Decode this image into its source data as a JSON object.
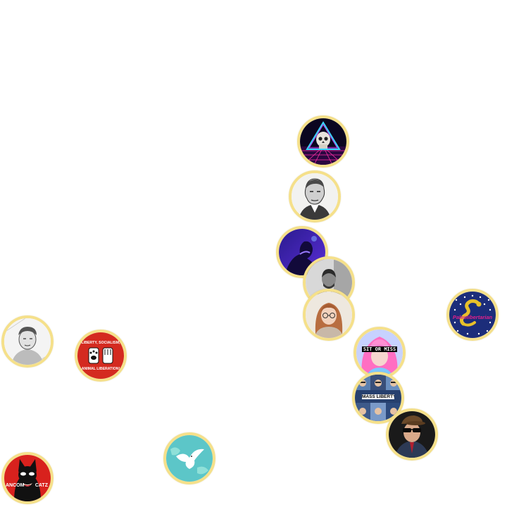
{
  "canvas": {
    "background": "#ffffff",
    "ring_color": "#f5e08a"
  },
  "nodes": {
    "vaporwave_skull": {
      "icon": "vaporwave-skull-triangle"
    },
    "engraved_portrait": {
      "icon": "engraved-bearded-man"
    },
    "purple_figure": {
      "icon": "purple-silhouette"
    },
    "bw_man": {
      "icon": "bw-portrait-man"
    },
    "red_hair_woman": {
      "icon": "woman-glasses-portrait"
    },
    "gadsden_flag": {
      "icon": "gadsden-snake-stars",
      "text": "Paleolibertarian"
    },
    "pink_hair": {
      "icon": "pink-hair-portrait",
      "text": "SIT OR MISS"
    },
    "mass_liberty": {
      "icon": "collage-group",
      "text": "MASS LIBERTY"
    },
    "scumbag_hat": {
      "icon": "sunglasses-scumbag-hat"
    },
    "sketch_man": {
      "icon": "pencil-sketch-man"
    },
    "animal_liberation": {
      "icon": "fist-and-paw",
      "text_top": "LIBERTY, SOCIALISM,",
      "text_bottom": "ANIMAL LIBERATION!"
    },
    "dove_globe": {
      "icon": "dove-on-globe"
    },
    "ancom_catz": {
      "icon": "catwoman-mask",
      "text_left": "ANCOM",
      "text_right": "CATZ"
    }
  }
}
